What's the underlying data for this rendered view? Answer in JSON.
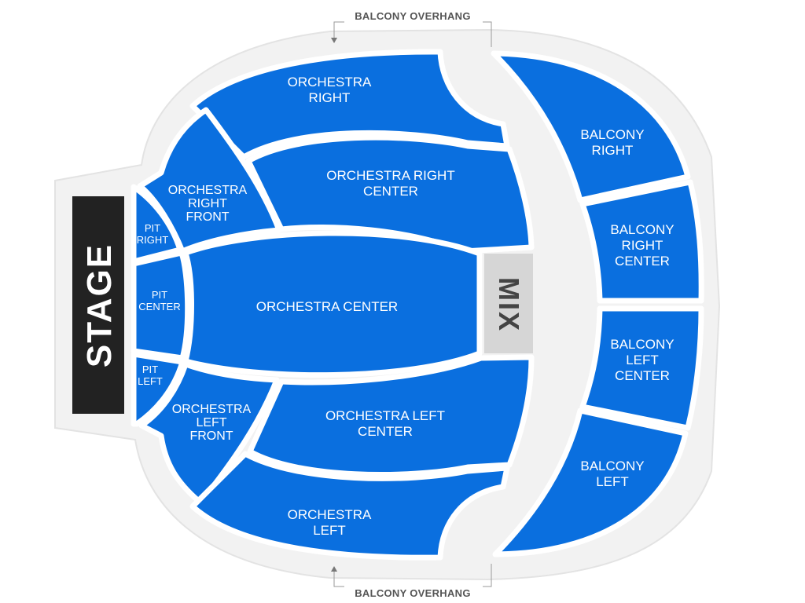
{
  "map": {
    "stage": "STAGE",
    "mix": "MIX",
    "balcony_overhang_top": "BALCONY OVERHANG",
    "balcony_overhang_bottom": "BALCONY OVERHANG",
    "sections": {
      "orchestra_right": [
        "ORCHESTRA",
        "RIGHT"
      ],
      "orchestra_right_center": [
        "ORCHESTRA RIGHT",
        "CENTER"
      ],
      "orchestra_right_front": [
        "ORCHESTRA",
        "RIGHT",
        "FRONT"
      ],
      "pit_right": [
        "PIT",
        "RIGHT"
      ],
      "pit_center": [
        "PIT",
        "CENTER"
      ],
      "orchestra_center": [
        "ORCHESTRA CENTER"
      ],
      "pit_left": [
        "PIT",
        "LEFT"
      ],
      "orchestra_left_front": [
        "ORCHESTRA",
        "LEFT",
        "FRONT"
      ],
      "orchestra_left_center": [
        "ORCHESTRA LEFT",
        "CENTER"
      ],
      "orchestra_left": [
        "ORCHESTRA",
        "LEFT"
      ],
      "balcony_right": [
        "BALCONY",
        "RIGHT"
      ],
      "balcony_right_center": [
        "BALCONY",
        "RIGHT",
        "CENTER"
      ],
      "balcony_left_center": [
        "BALCONY",
        "LEFT",
        "CENTER"
      ],
      "balcony_left": [
        "BALCONY",
        "LEFT"
      ]
    },
    "colors": {
      "section": "#0a6fdf",
      "stage": "#222222",
      "mix": "#d6d6d6",
      "venue_outline": "#e5e5e5"
    }
  }
}
